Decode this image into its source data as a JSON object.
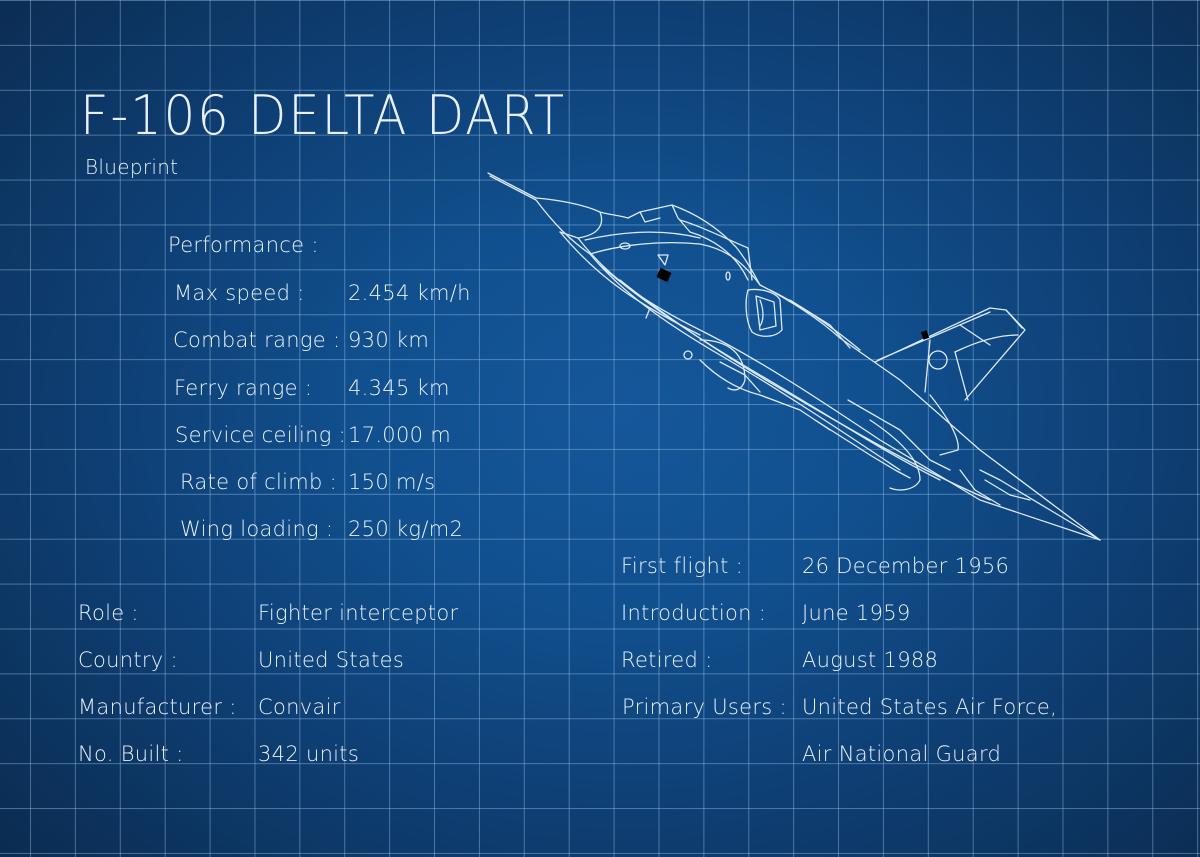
{
  "header": {
    "title": "F-106 DELTA DART",
    "subtitle": "Blueprint"
  },
  "performance": {
    "heading": "Performance :",
    "rows": [
      {
        "label": "Max speed :",
        "value": "2.454 km/h"
      },
      {
        "label": "Combat range :",
        "value": "930 km"
      },
      {
        "label": "Ferry range :",
        "value": "4.345 km"
      },
      {
        "label": "Service ceiling :",
        "value": "17.000 m"
      },
      {
        "label": "Rate of climb :",
        "value": "150 m/s"
      },
      {
        "label": "Wing loading :",
        "value": "250 kg/m2"
      }
    ]
  },
  "general": {
    "rows": [
      {
        "label": "Role :",
        "value": "Fighter interceptor"
      },
      {
        "label": "Country :",
        "value": "United States"
      },
      {
        "label": "Manufacturer :",
        "value": "Convair"
      },
      {
        "label": "No. Built :",
        "value": "342 units"
      }
    ]
  },
  "history": {
    "rows": [
      {
        "label": "First flight :",
        "value": "26 December 1956"
      },
      {
        "label": "Introduction :",
        "value": "June 1959"
      },
      {
        "label": "Retired :",
        "value": "August 1988"
      },
      {
        "label": "Primary Users :",
        "value": "United States Air Force,"
      },
      {
        "label": "",
        "value": "Air National Guard"
      }
    ]
  },
  "illustration": {
    "icon": "aircraft-blueprint-icon",
    "line_color": "#dceafb"
  },
  "colors": {
    "background_center": "#14579a",
    "background_edge": "#0b2c52",
    "grid_line": "#a0c8f0",
    "text": "#e8f1fb"
  }
}
